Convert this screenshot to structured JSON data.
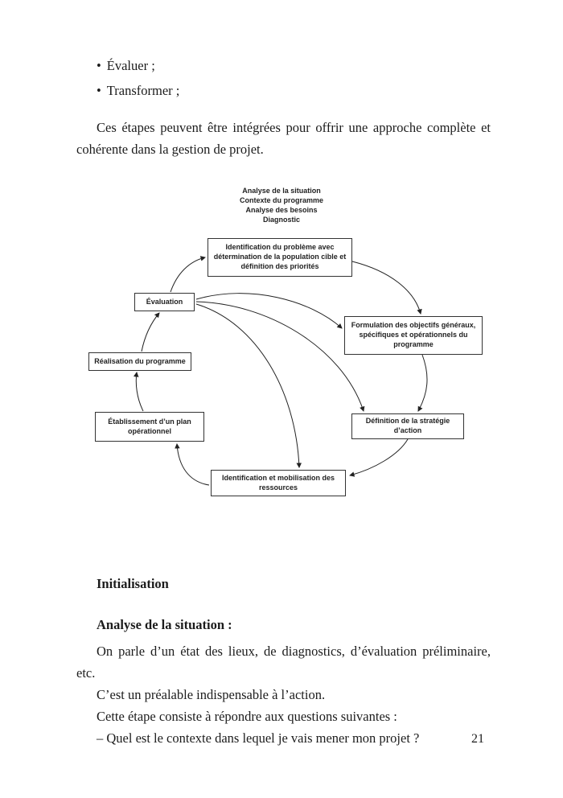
{
  "page": {
    "number": "21"
  },
  "intro": {
    "bullets": {
      "marker": "•",
      "items": [
        "Évaluer ;",
        "Transformer ;"
      ]
    },
    "paragraph": "Ces étapes peuvent être intégrées pour offrir une approche complète et cohérente dans la gestion de projet."
  },
  "diagram": {
    "top_label_lines": [
      "Analyse de la situation",
      "Contexte du programme",
      "Analyse des besoins",
      "Diagnostic"
    ],
    "boxes": {
      "identification_probleme": "Identification du problème avec détermination de la population cible et définition des priorités",
      "evaluation": "Évaluation",
      "formulation": "Formulation des objectifs généraux, spécifiques et opérationnels du programme",
      "realisation": "Réalisation du programme",
      "etablissement": "Établissement d’un plan opérationnel",
      "definition": "Définition de la stratégie d’action",
      "mobilisation": "Identification et mobilisation des ressources"
    },
    "connections": [
      "identification_probleme -> formulation",
      "formulation -> definition",
      "definition -> mobilisation",
      "mobilisation -> etablissement",
      "etablissement -> realisation",
      "realisation -> evaluation",
      "evaluation -> identification_probleme",
      "evaluation -> formulation",
      "evaluation -> definition",
      "evaluation -> mobilisation"
    ]
  },
  "sections": {
    "initialisation_heading": "Initialisation",
    "analyse_heading": "Analyse de la situation :",
    "paragraphs": [
      "On parle d’un état des lieux, de diagnostics, d’évaluation préliminaire, etc.",
      "C’est un préalable indispensable à l’action.",
      "Cette étape consiste à répondre aux questions suivantes :",
      "– Quel est le contexte dans lequel je vais mener mon projet ?"
    ]
  }
}
